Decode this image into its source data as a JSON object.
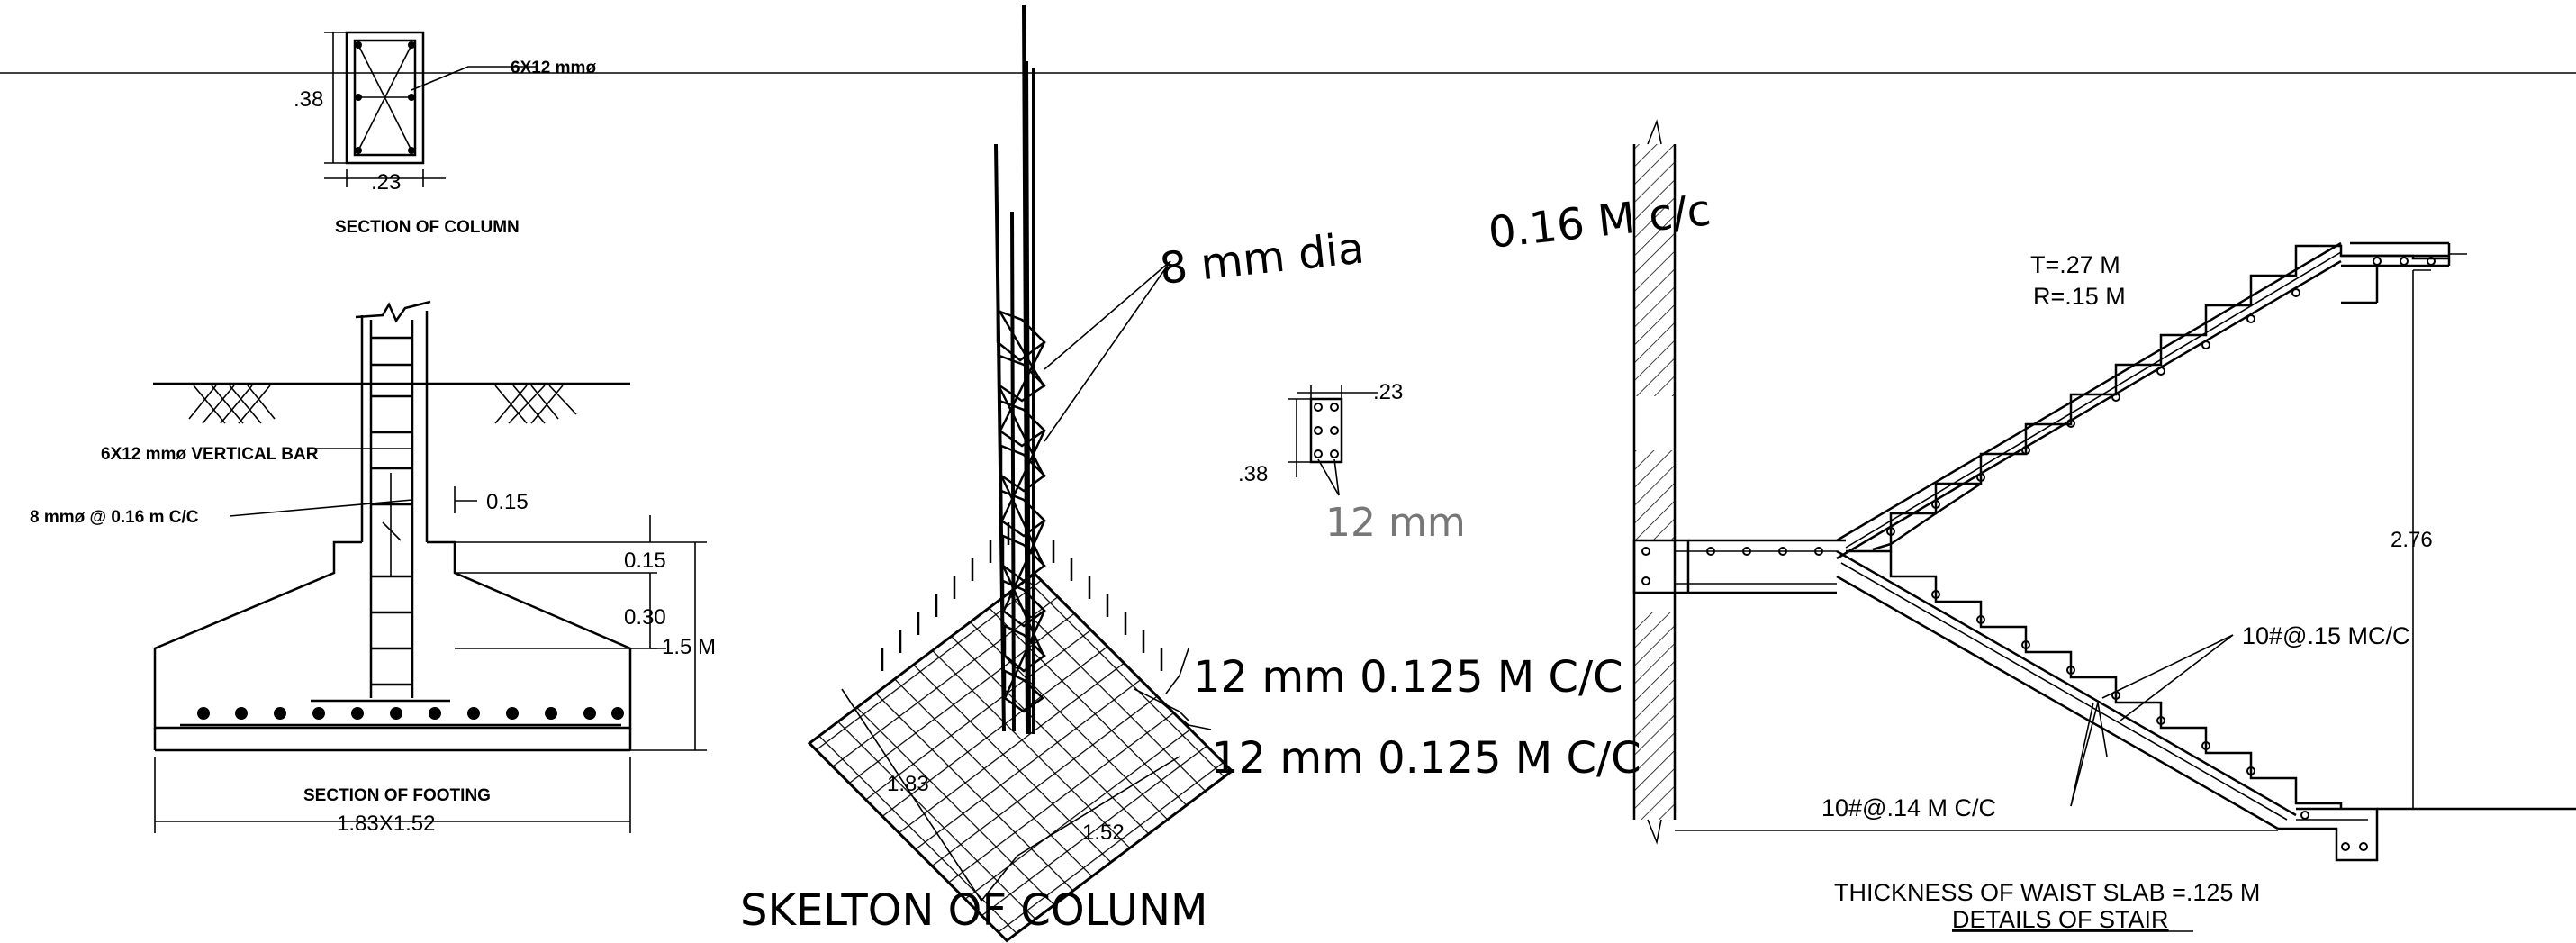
{
  "column_section": {
    "title": "SECTION OF COLUMN",
    "height_dim": ".38",
    "width_dim": ".23",
    "bar_label": "6X12 mmø"
  },
  "footing_section": {
    "title": "SECTION OF FOOTING",
    "size": "1.83X1.52",
    "vertical_bar_label": "6X12 mmø VERTICAL BAR",
    "tie_label": "8 mmø   @ 0.16 m  C/C",
    "offset_dim": "0.15",
    "top_dim": "0.15",
    "mid_dim": "0.30",
    "depth_dim": "1.5 M"
  },
  "skeleton": {
    "title": "SKELTON OF COLUNM",
    "tie_label_a": "8 mm dia",
    "tie_label_b": "0.16 M c/c",
    "mesh_top_label": "12 mm 0.125 M C/C",
    "mesh_bottom_label": "12 mm 0.125 M C/C",
    "dim_length": "1.83",
    "dim_width": "1.52",
    "small_section_width": ".23",
    "small_section_height": ".38",
    "small_section_bar": "12 mm"
  },
  "stair": {
    "title": "DETAILS OF STAIR",
    "waist_note": "THICKNESS OF WAIST SLAB =.125 M",
    "tread": "T=.27 M",
    "riser": "R=.15 M",
    "height": "2.76",
    "upper_bar": "10#@.15 MC/C",
    "lower_bar": "10#@.14 M C/C"
  }
}
